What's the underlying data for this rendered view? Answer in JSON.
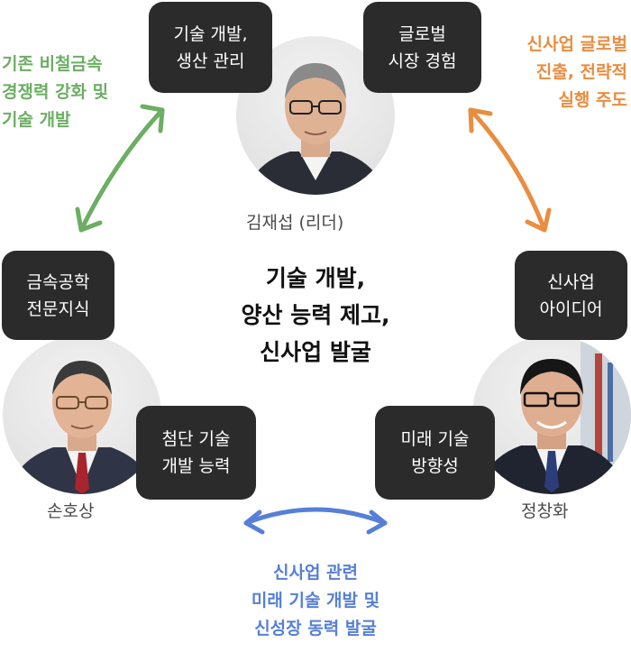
{
  "center_text": [
    "기술 개발,",
    "양산 능력 제고,",
    "신사업 발굴"
  ],
  "people": [
    {
      "name": "김재섭 (리더)",
      "badges": [
        [
          "기술 개발,",
          "생산 관리"
        ],
        [
          "글로벌",
          "시장 경험"
        ]
      ]
    },
    {
      "name": "손호상",
      "badges": [
        [
          "금속공학",
          "전문지식"
        ],
        [
          "첨단 기술",
          "개발 능력"
        ]
      ]
    },
    {
      "name": "정창화",
      "badges": [
        [
          "신사업",
          "아이디어"
        ],
        [
          "미래 기술",
          "방향성"
        ]
      ]
    }
  ],
  "relations": [
    {
      "lines": [
        "기존 비철금속",
        "경쟁력 강화 및",
        "기술 개발"
      ],
      "color": "#6cae63"
    },
    {
      "lines": [
        "신사업 글로벌",
        "진출, 전략적",
        "실행 주도"
      ],
      "color": "#e98d3f"
    },
    {
      "lines": [
        "신사업 관련",
        "미래 기술 개발 및",
        "신성장 동력 발굴"
      ],
      "color": "#567fd8"
    }
  ]
}
